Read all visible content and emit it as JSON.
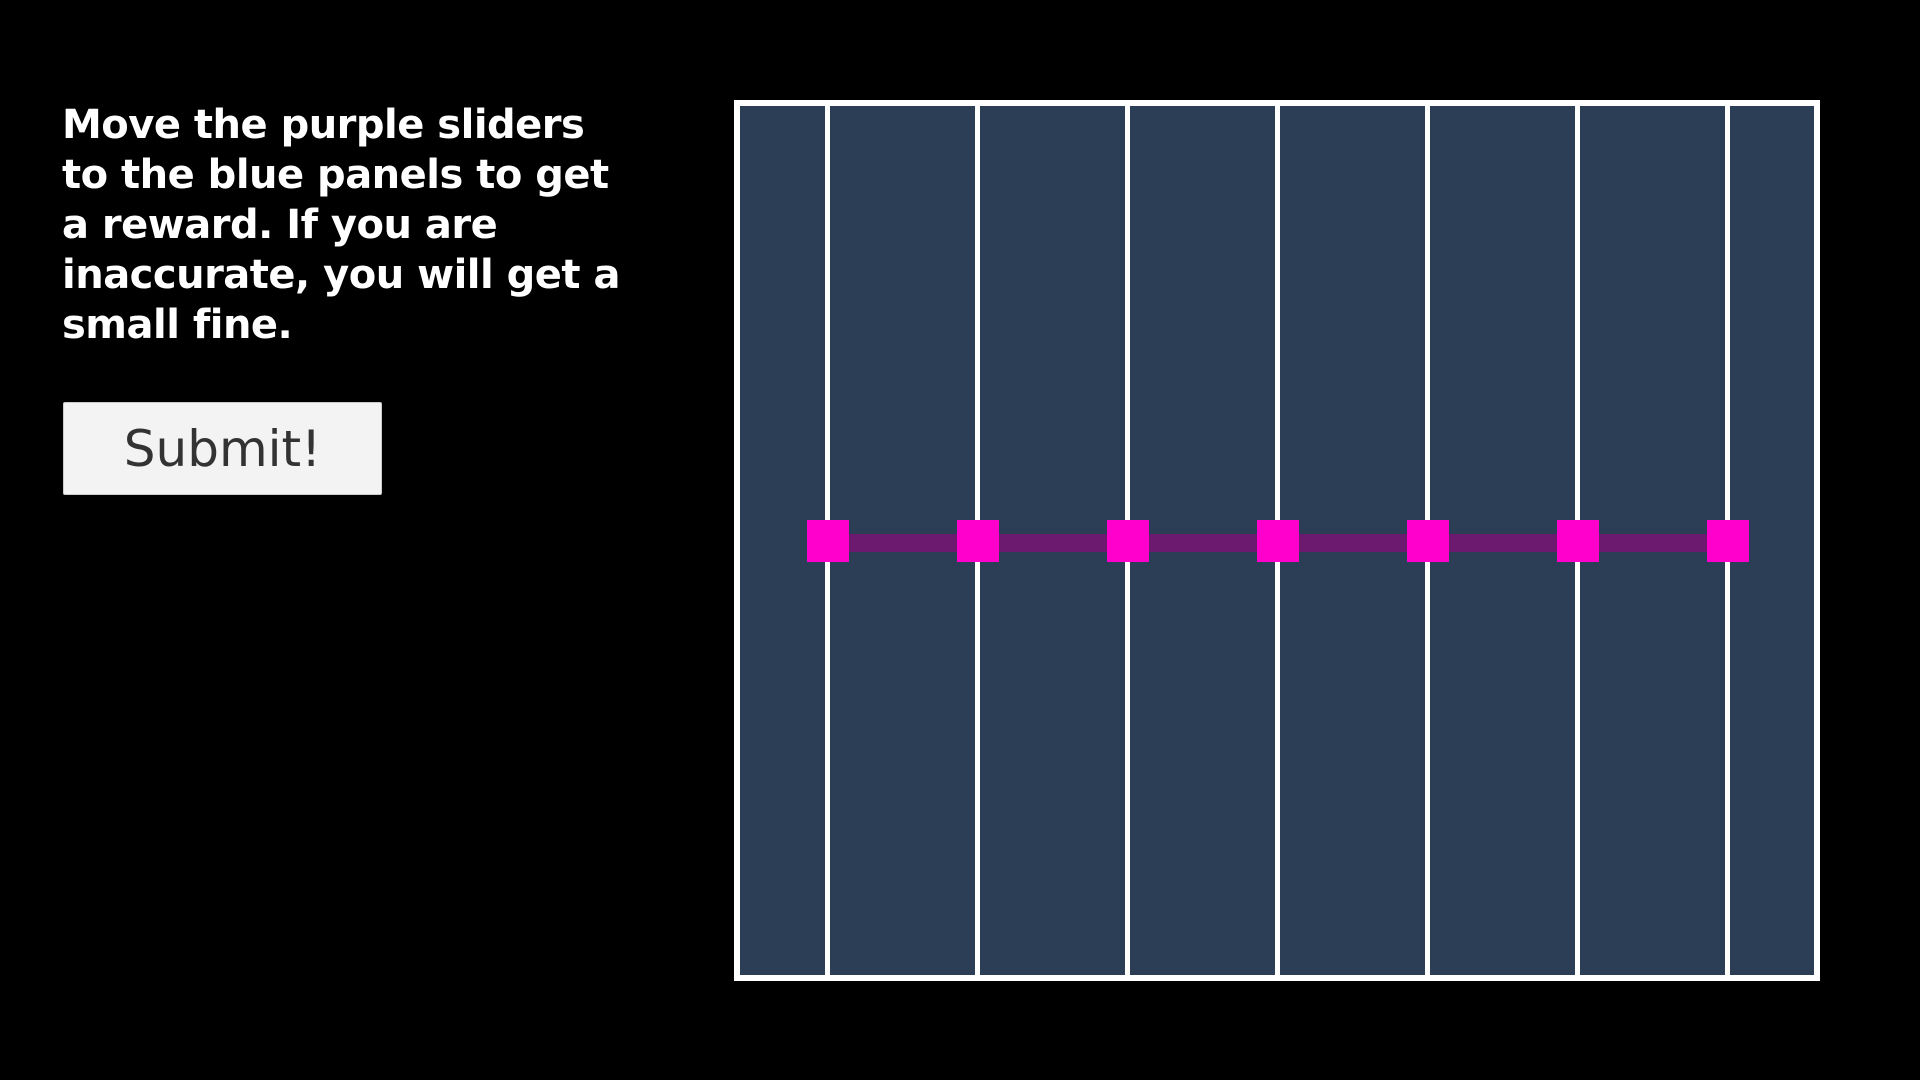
{
  "instructions": {
    "text": "Move the purple sliders to the blue panels to get a reward. If you are inaccurate, you will get a small fine."
  },
  "submit": {
    "label": "Submit!"
  },
  "colors": {
    "background": "#000000",
    "panel": "#2c3e55",
    "divider": "#ffffff",
    "slider_track": "#6b1a70",
    "slider_handle": "#ff00cc",
    "button_bg": "#f3f3f3",
    "button_text": "#333333"
  },
  "board": {
    "panel_count": 8,
    "slider_handles": 7
  }
}
